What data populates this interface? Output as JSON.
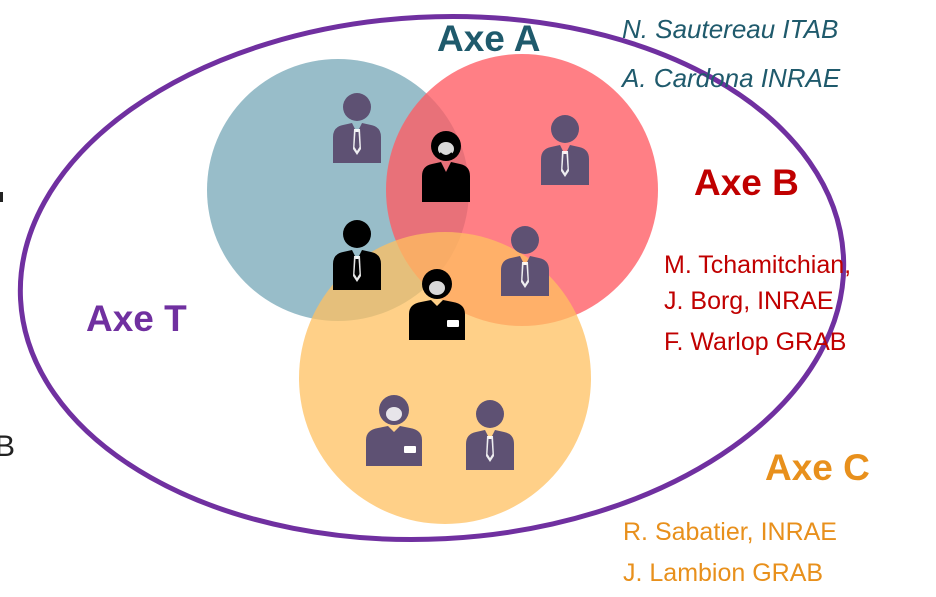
{
  "colors": {
    "axe_a": "#1f5a6c",
    "axe_b": "#c00000",
    "axe_c": "#e8901c",
    "axe_t": "#7030a0",
    "circle_a": "#8ab4c1",
    "circle_b": "#ff5b63",
    "circle_c": "#ffc060",
    "person_muted": "#5e5173",
    "person_dark": "#000000"
  },
  "axes": {
    "a": {
      "title": "Axe A",
      "names": [
        "N. Sautereau ITAB",
        "A. Cardona INRAE"
      ]
    },
    "b": {
      "title": "Axe B",
      "names": [
        "M. Tchamitchian,",
        "J. Borg, INRAE",
        "F. Warlop GRAB"
      ]
    },
    "c": {
      "title": "Axe C",
      "names": [
        "R. Sabatier,  INRAE",
        "J. Lambion GRAB"
      ]
    },
    "t": {
      "title": "Axe T"
    }
  },
  "edge_fragment": "B",
  "icons": [
    {
      "name": "person-tie-icon",
      "tone": "muted"
    },
    {
      "name": "person-bearded-icon",
      "tone": "dark"
    },
    {
      "name": "person-tie-icon",
      "tone": "muted"
    },
    {
      "name": "person-tie-icon",
      "tone": "dark"
    },
    {
      "name": "person-tie-icon",
      "tone": "muted"
    },
    {
      "name": "person-badge-icon",
      "tone": "dark"
    },
    {
      "name": "person-badge-icon",
      "tone": "muted"
    },
    {
      "name": "person-tie-icon",
      "tone": "muted"
    }
  ]
}
